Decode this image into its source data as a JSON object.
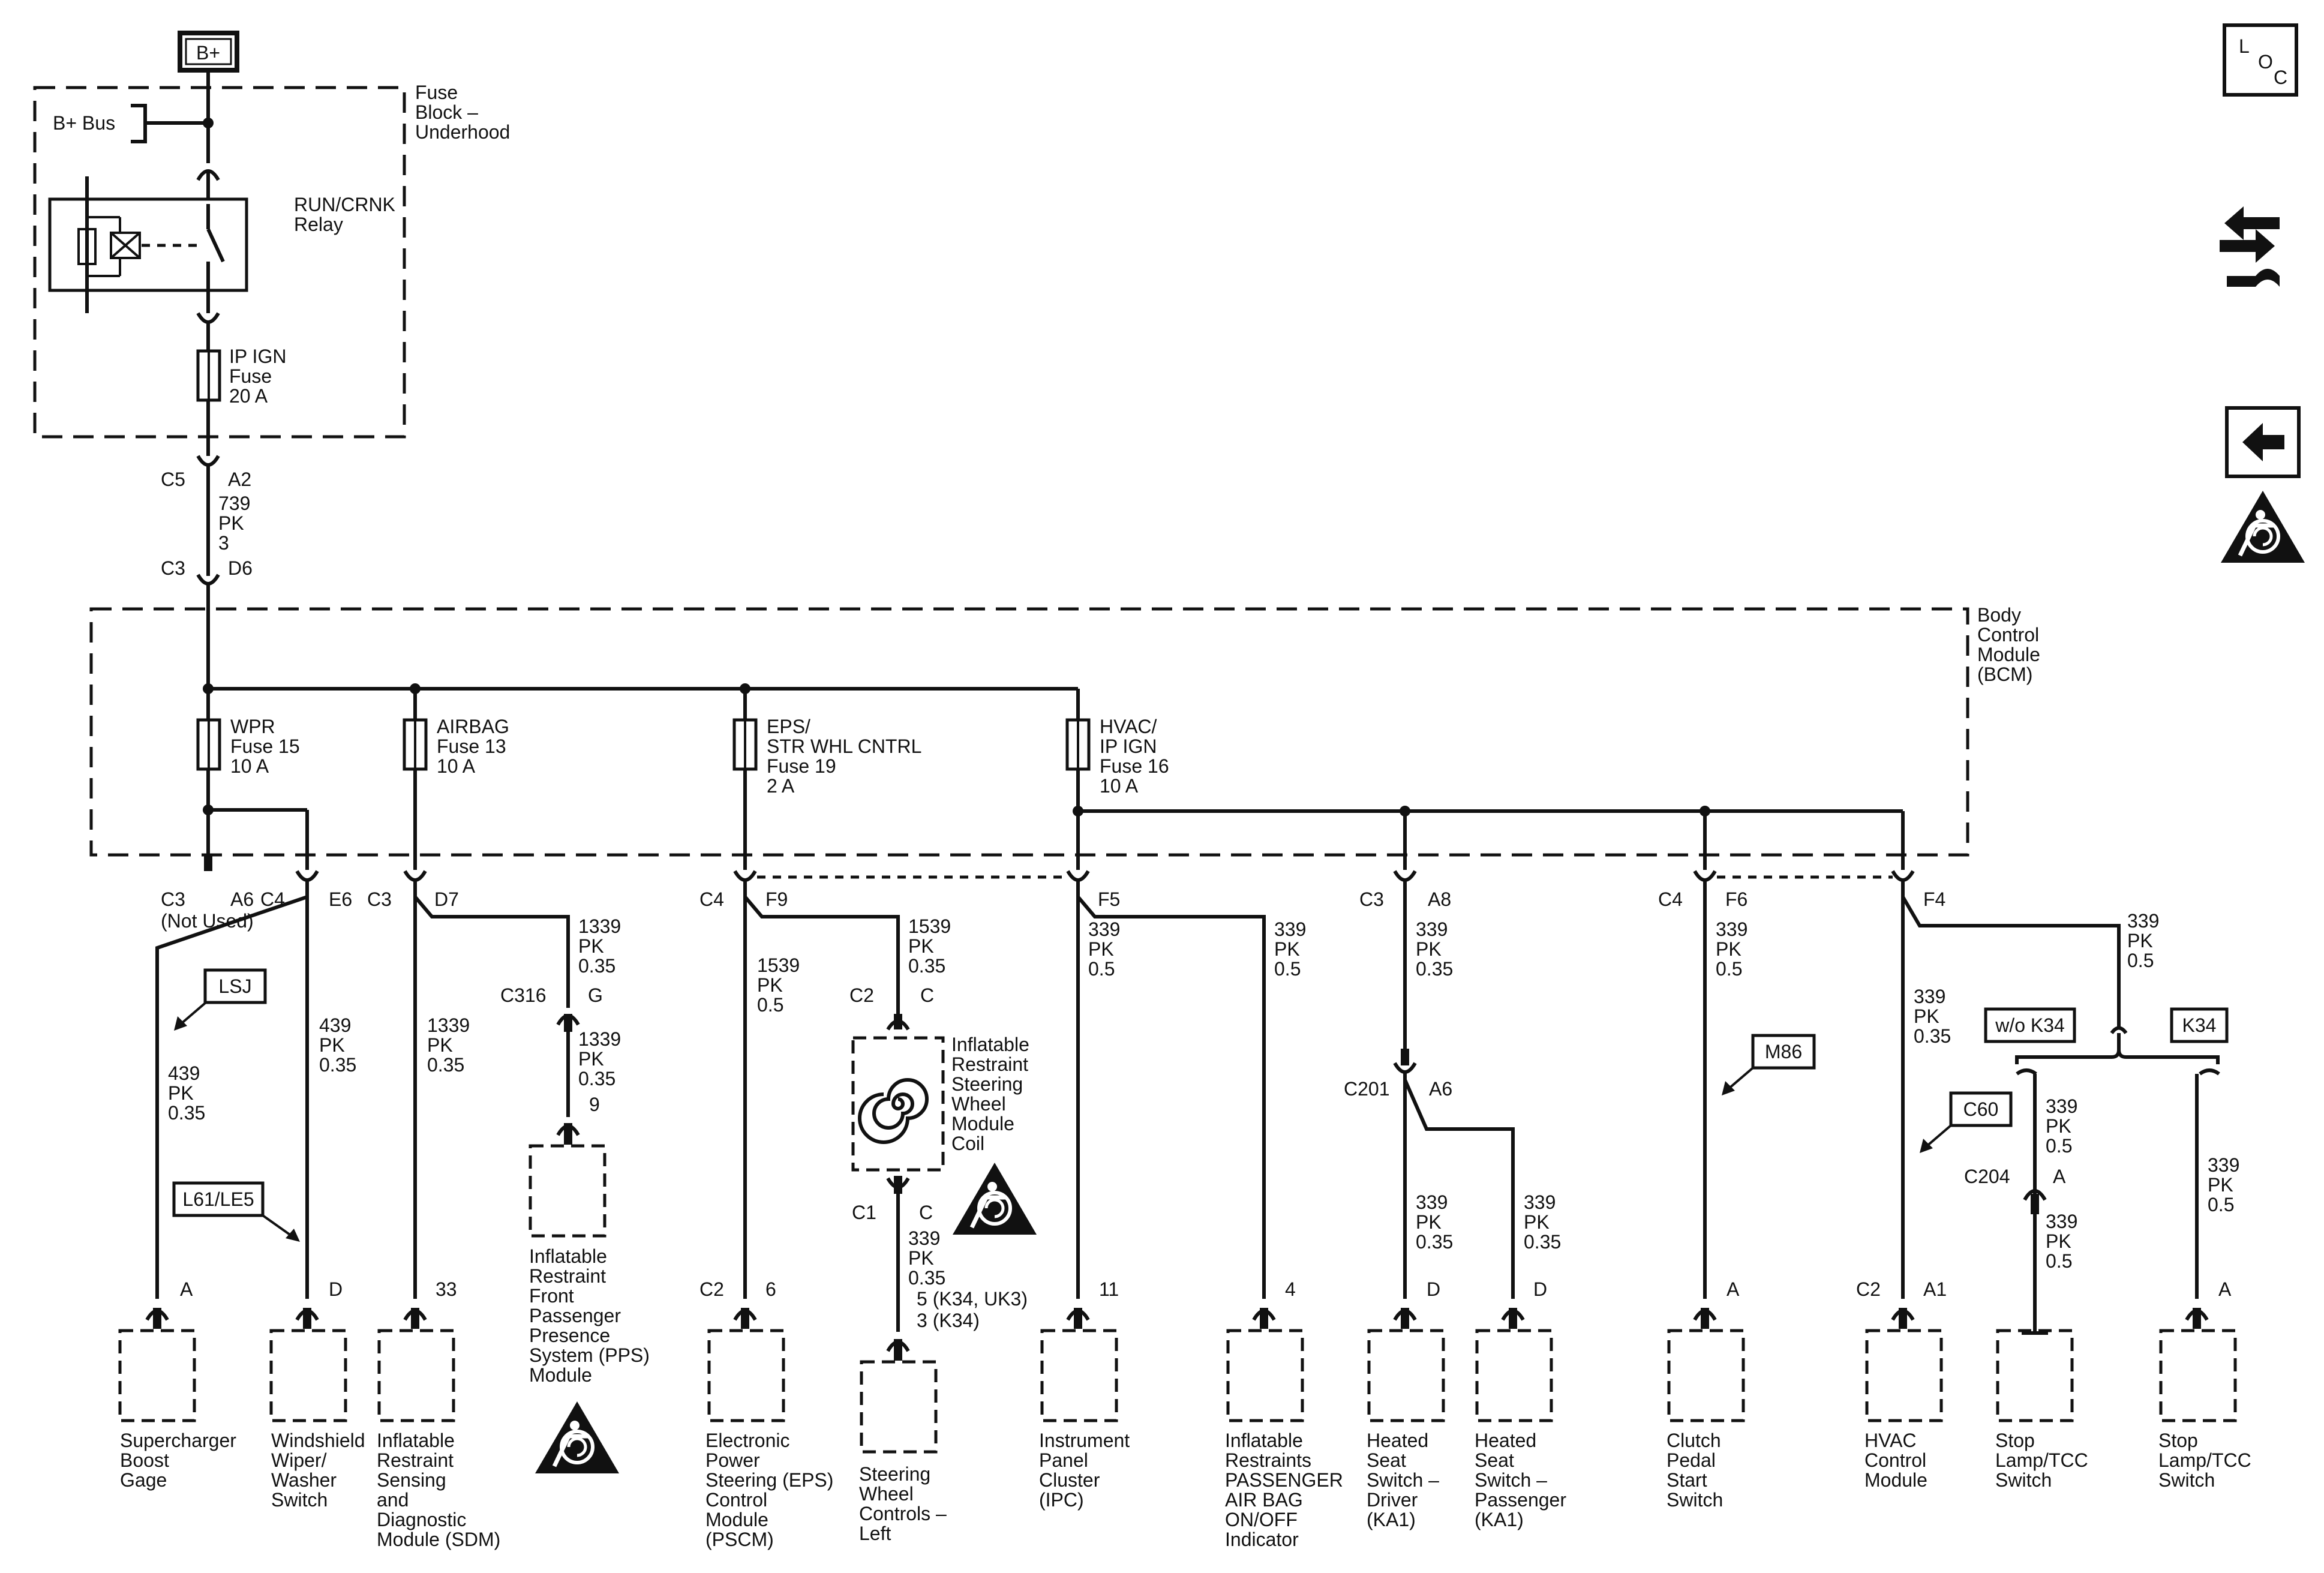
{
  "power": {
    "label": "B+",
    "bus_label": "B+ Bus"
  },
  "fuse_block": {
    "title": [
      "Fuse",
      "Block –",
      "Underhood"
    ],
    "relay": [
      "RUN/CRNK",
      "Relay"
    ],
    "fuse": [
      "IP IGN",
      "Fuse",
      "20 A"
    ]
  },
  "feed": {
    "conn_top": [
      "C5",
      "A2"
    ],
    "wire": [
      "739",
      "PK",
      "3"
    ],
    "conn_bottom": [
      "C3",
      "D6"
    ]
  },
  "bcm": {
    "title": [
      "Body",
      "Control",
      "Module",
      "(BCM)"
    ],
    "fuses": [
      {
        "lines": [
          "WPR",
          "Fuse 15",
          "10 A"
        ]
      },
      {
        "lines": [
          "AIRBAG",
          "Fuse 13",
          "10 A"
        ]
      },
      {
        "lines": [
          "EPS/",
          "STR WHL CNTRL",
          "Fuse 19",
          "2 A"
        ]
      },
      {
        "lines": [
          "HVAC/",
          "IP IGN",
          "Fuse 16",
          "10 A"
        ]
      }
    ]
  },
  "outputs": {
    "c3_a6": {
      "conn": "C3",
      "pin": "A6",
      "note": "(Not Used)"
    },
    "c4_e6": {
      "conn": "C4",
      "pin": "E6"
    },
    "c3_d7": {
      "conn": "C3",
      "pin": "D7"
    },
    "c4_f9": {
      "conn": "C4",
      "pin": "F9"
    },
    "f5": {
      "pin": "F5"
    },
    "c3_a8": {
      "conn": "C3",
      "pin": "A8"
    },
    "c4_f6": {
      "conn": "C4",
      "pin": "F6"
    },
    "f4": {
      "pin": "F4"
    }
  },
  "wires": {
    "w439_a": [
      "439",
      "PK",
      "0.35"
    ],
    "w439_b": [
      "439",
      "PK",
      "0.35"
    ],
    "w1339_a": [
      "1339",
      "PK",
      "0.35"
    ],
    "w1339_b": [
      "1339",
      "PK",
      "0.35"
    ],
    "w1339_c": [
      "1339",
      "PK",
      "0.35"
    ],
    "w1539_a": [
      "1539",
      "PK",
      "0.5"
    ],
    "w1539_b": [
      "1539",
      "PK",
      "0.35"
    ],
    "w339_coil": [
      "339",
      "PK",
      "0.35"
    ],
    "w339_ipc": [
      "339",
      "PK",
      "0.5"
    ],
    "w339_pass": [
      "339",
      "PK",
      "0.5"
    ],
    "w339_a8": [
      "339",
      "PK",
      "0.35"
    ],
    "w339_drv": [
      "339",
      "PK",
      "0.35"
    ],
    "w339_psg": [
      "339",
      "PK",
      "0.35"
    ],
    "w339_clutch": [
      "339",
      "PK",
      "0.5"
    ],
    "w339_hvac": [
      "339",
      "PK",
      "0.35"
    ],
    "w339_stop_main": [
      "339",
      "PK",
      "0.5"
    ],
    "w339_stop_a": [
      "339",
      "PK",
      "0.5"
    ],
    "w339_stop_a2": [
      "339",
      "PK",
      "0.5"
    ],
    "w339_stop_b": [
      "339",
      "PK",
      "0.5"
    ]
  },
  "inline": {
    "c316": {
      "conn": "C316",
      "pin": "G"
    },
    "c2_coil": {
      "conn": "C2",
      "pin": "C"
    },
    "c1_coil": {
      "conn": "C1",
      "pin": "C"
    },
    "c201": {
      "conn": "C201",
      "pin": "A6"
    },
    "c204": {
      "conn": "C204",
      "pin": "A"
    },
    "coil_pins": [
      "5 (K34, UK3)",
      "3 (K34)"
    ]
  },
  "options": {
    "lsj": "LSJ",
    "l61": "L61/LE5",
    "m86": "M86",
    "c60": "C60",
    "wo_k34": "w/o K34",
    "k34": "K34"
  },
  "coil": [
    "Inflatable",
    "Restraint",
    "Steering",
    "Wheel",
    "Module",
    "Coil"
  ],
  "components": [
    {
      "pin": "A",
      "lines": [
        "Supercharger",
        "Boost",
        "Gage"
      ]
    },
    {
      "pin": "D",
      "lines": [
        "Windshield",
        "Wiper/",
        "Washer",
        "Switch"
      ]
    },
    {
      "pin": "33",
      "lines": [
        "Inflatable",
        "Restraint",
        "Sensing",
        "and",
        "Diagnostic",
        "Module (SDM)"
      ]
    },
    {
      "pin": "9",
      "lines": [
        "Inflatable",
        "Restraint",
        "Front",
        "Passenger",
        "Presence",
        "System (PPS)",
        "Module"
      ]
    },
    {
      "conn": "C2",
      "pin": "6",
      "lines": [
        "Electronic",
        "Power",
        "Steering (EPS)",
        "Control",
        "Module",
        "(PSCM)"
      ]
    },
    {
      "pin": "",
      "lines": [
        "Steering",
        "Wheel",
        "Controls –",
        "Left"
      ]
    },
    {
      "pin": "11",
      "lines": [
        "Instrument",
        "Panel",
        "Cluster",
        "(IPC)"
      ]
    },
    {
      "pin": "4",
      "lines": [
        "Inflatable",
        "Restraints",
        "PASSENGER",
        "AIR BAG",
        "ON/OFF",
        "Indicator"
      ]
    },
    {
      "pin": "D",
      "lines": [
        "Heated",
        "Seat",
        "Switch –",
        "Driver",
        "(KA1)"
      ]
    },
    {
      "pin": "D",
      "lines": [
        "Heated",
        "Seat",
        "Switch –",
        "Passenger",
        "(KA1)"
      ]
    },
    {
      "pin": "A",
      "lines": [
        "Clutch",
        "Pedal",
        "Start",
        "Switch"
      ]
    },
    {
      "conn": "C2",
      "pin": "A1",
      "lines": [
        "HVAC",
        "Control",
        "Module"
      ]
    },
    {
      "pin": "",
      "lines": [
        "Stop",
        "Lamp/TCC",
        "Switch"
      ]
    },
    {
      "pin": "A",
      "lines": [
        "Stop",
        "Lamp/TCC",
        "Switch"
      ]
    }
  ],
  "side_buttons": [
    {
      "name": "loc-button-icon",
      "glyph": [
        "L",
        "O",
        "C"
      ]
    },
    {
      "name": "connector-view-button-icon"
    },
    {
      "name": "back-button-icon"
    },
    {
      "name": "airbag-warning-icon"
    }
  ]
}
